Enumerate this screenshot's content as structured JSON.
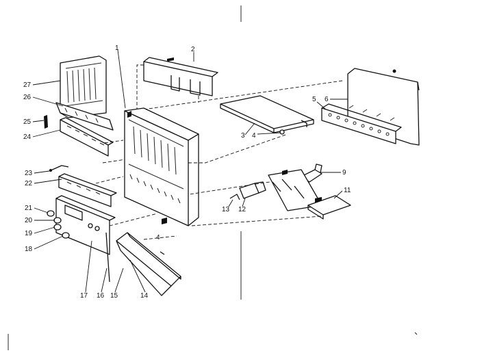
{
  "callouts": [
    {
      "id": "1",
      "text": "1"
    },
    {
      "id": "2",
      "text": "2"
    },
    {
      "id": "3",
      "text": "3"
    },
    {
      "id": "4a",
      "text": "4"
    },
    {
      "id": "4b",
      "text": "4"
    },
    {
      "id": "5",
      "text": "5"
    },
    {
      "id": "6",
      "text": "6"
    },
    {
      "id": "9",
      "text": "9"
    },
    {
      "id": "11",
      "text": "11"
    },
    {
      "id": "12",
      "text": "12"
    },
    {
      "id": "13",
      "text": "13"
    },
    {
      "id": "14",
      "text": "14"
    },
    {
      "id": "15",
      "text": "15"
    },
    {
      "id": "16",
      "text": "16"
    },
    {
      "id": "17",
      "text": "17"
    },
    {
      "id": "18",
      "text": "18"
    },
    {
      "id": "19",
      "text": "19"
    },
    {
      "id": "20",
      "text": "20"
    },
    {
      "id": "21",
      "text": "21"
    },
    {
      "id": "22",
      "text": "22"
    },
    {
      "id": "23",
      "text": "23"
    },
    {
      "id": "24",
      "text": "24"
    },
    {
      "id": "25",
      "text": "25"
    },
    {
      "id": "26",
      "text": "26"
    },
    {
      "id": "27",
      "text": "27"
    }
  ],
  "colors": {
    "ink": "#111111",
    "paper": "#ffffff"
  }
}
